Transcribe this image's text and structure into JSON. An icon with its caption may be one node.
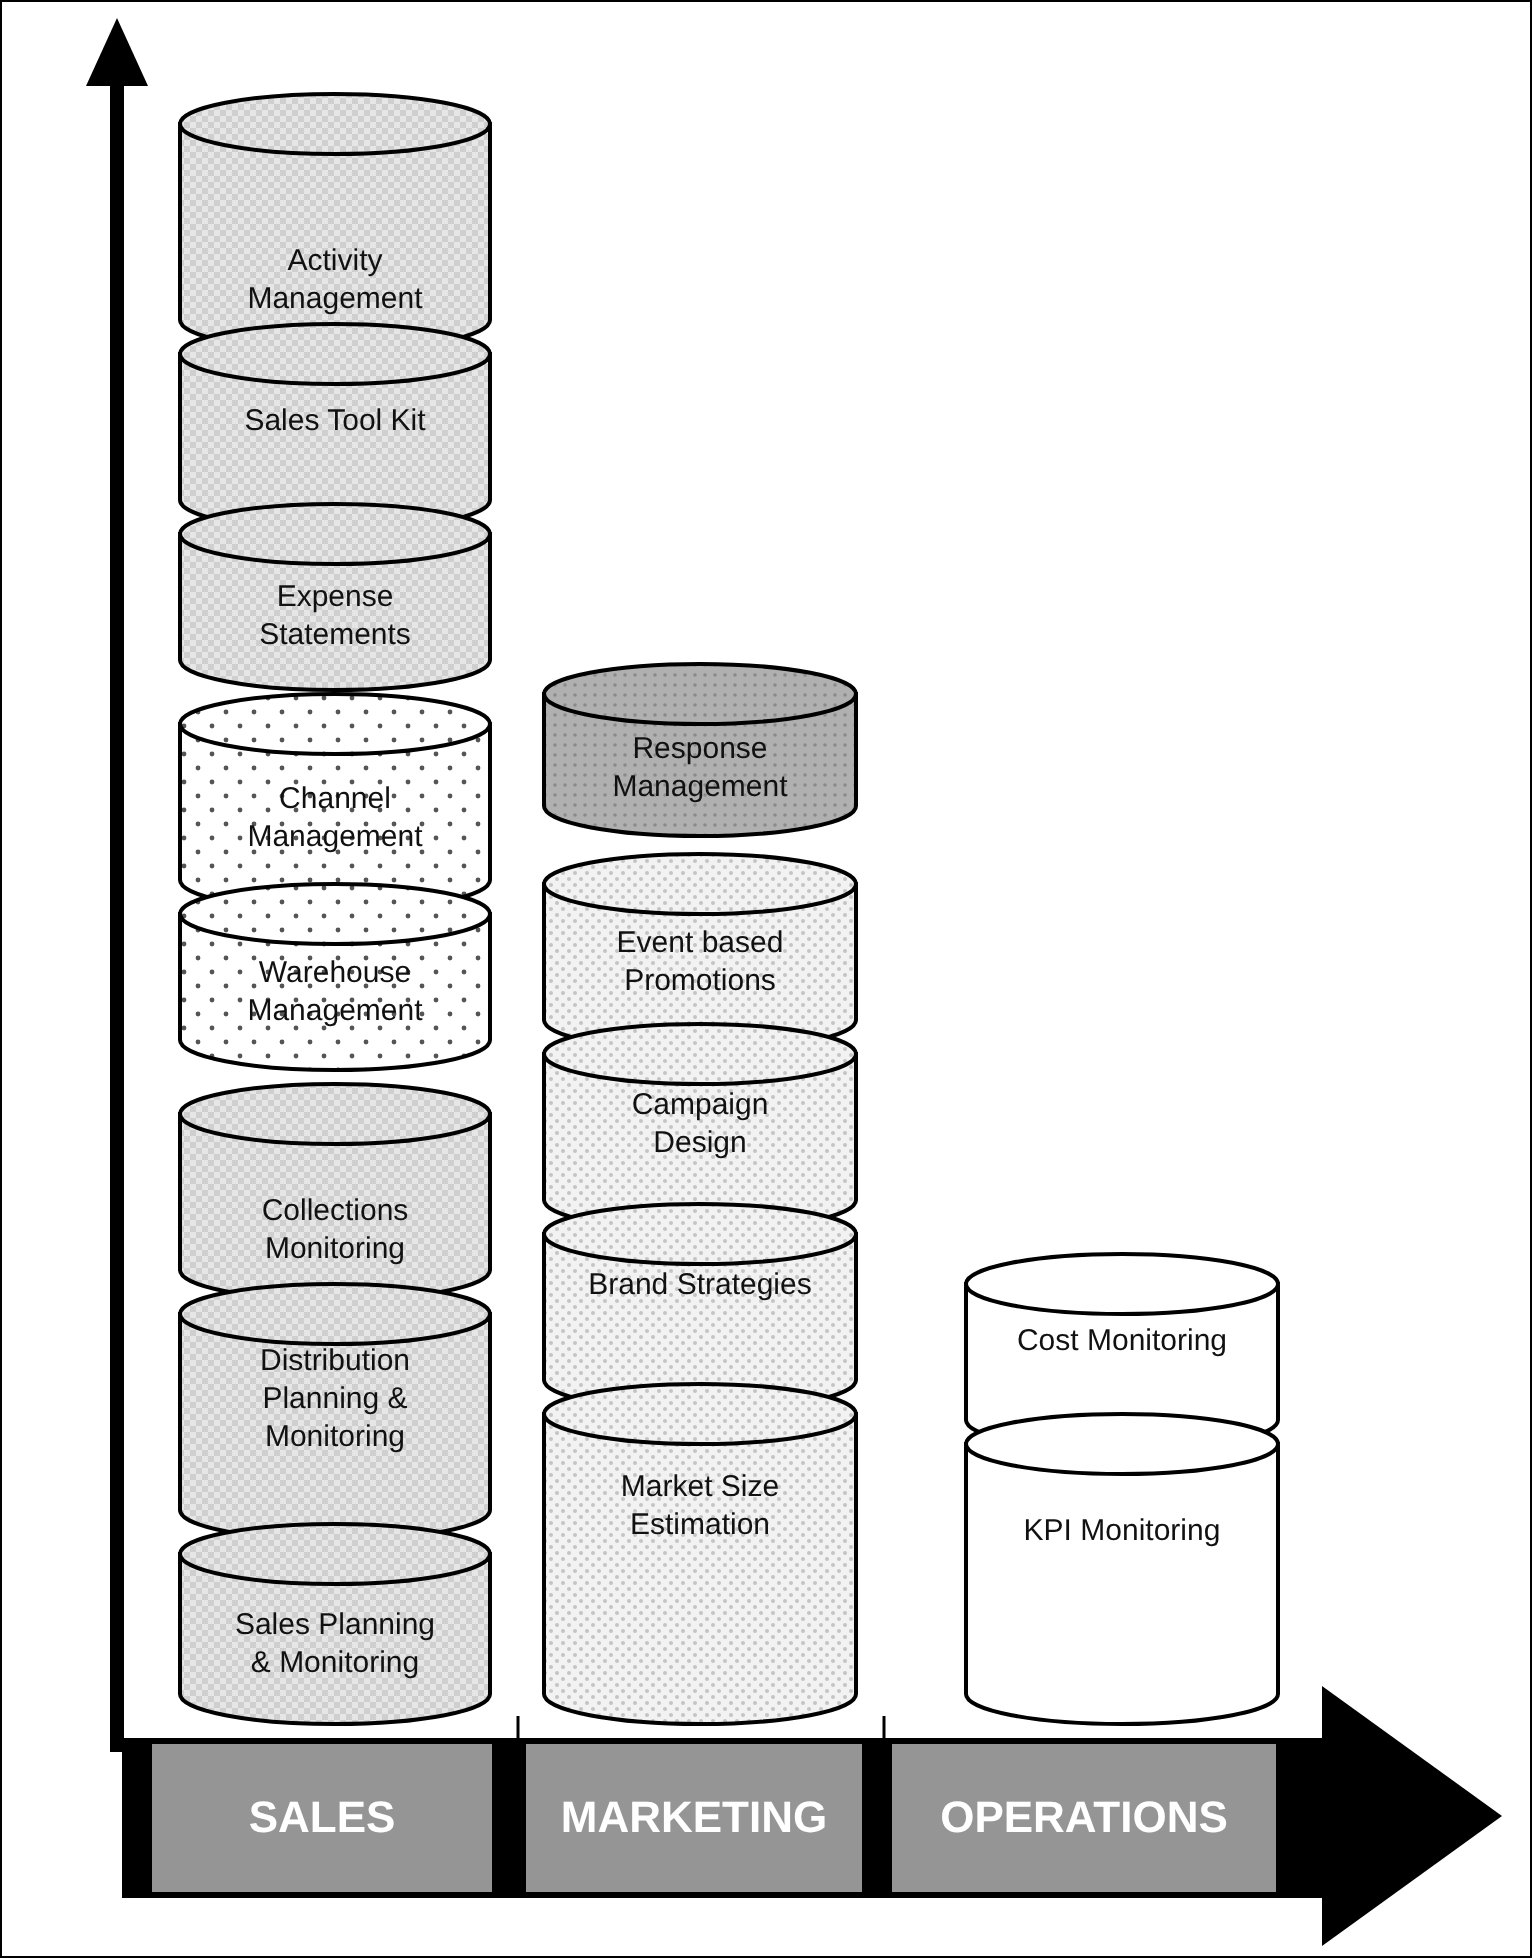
{
  "diagram": {
    "nodes": [
      {
        "text": [
          "Activity Management"
        ]
      },
      {
        "text": [
          "Sales Tool Kit"
        ]
      },
      {
        "text": [
          "Expense Statements"
        ]
      },
      {
        "text": [
          "Channel Management"
        ]
      },
      {
        "text": [
          "Warehouse Management"
        ]
      },
      {
        "text": [
          "Collections Monitoring"
        ]
      },
      {
        "text": [
          "Distribution Planning & Monitoring"
        ]
      },
      {
        "text": [
          "Sales Planning & Monitoring"
        ]
      },
      {
        "text": [
          "Response Management"
        ]
      },
      {
        "text": [
          "Event based Promotions"
        ]
      },
      {
        "text": [
          "Campaign Design"
        ]
      },
      {
        "text": [
          "Brand Strategies"
        ]
      },
      {
        "text": [
          "Market Size Estimation"
        ]
      },
      {
        "text": [
          "Cost Monitoring"
        ]
      },
      {
        "text": [
          "KPI Monitoring"
        ]
      },
      {
        "text": [
          "SALES"
        ]
      },
      {
        "text": [
          "MARKETING"
        ]
      },
      {
        "text": [
          "OPERATIONS"
        ]
      }
    ],
    "edges": []
  }
}
